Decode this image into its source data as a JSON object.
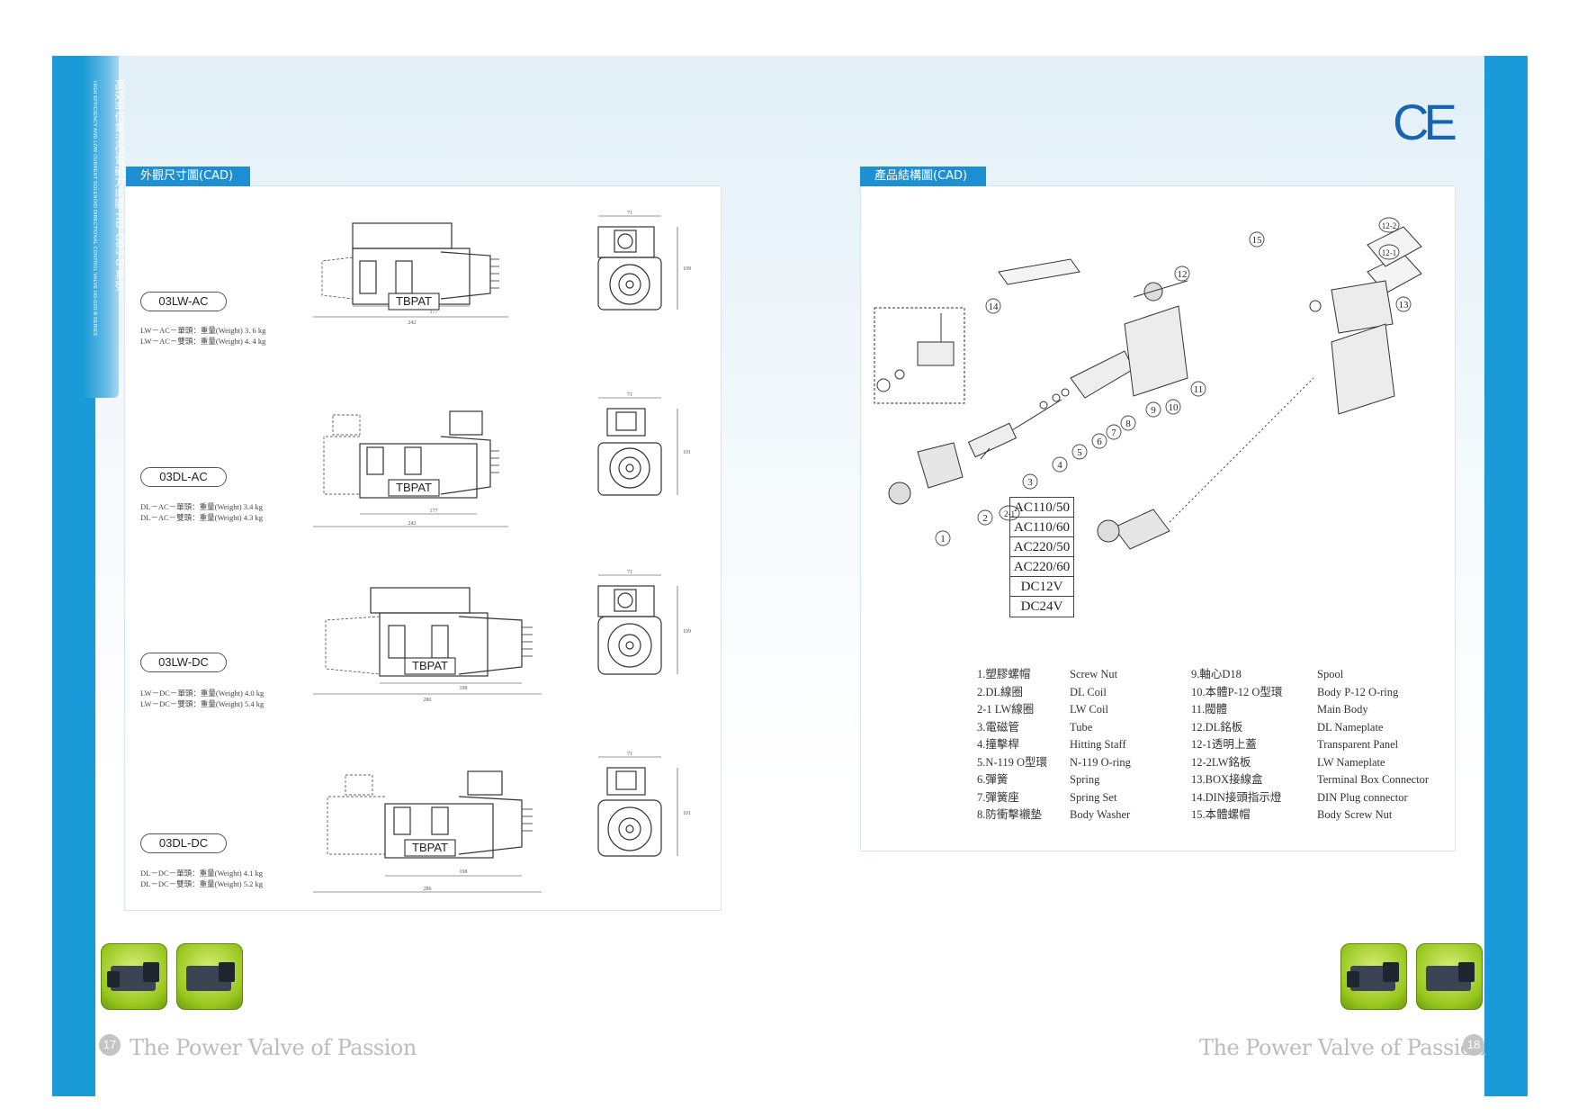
{
  "sidebar": {
    "vertical_title": "高效率低電流值電磁方向閥 HD-G03-B 系列",
    "vertical_subtitle": "HIGH EFFICIENCY AND LOW CURRENT SOLENOID DIRECTIONAL CONTROL VALVE HD-G03-B SERIES"
  },
  "ce_mark": "CE",
  "left_section": {
    "title": "外觀尺寸圖(CAD)",
    "models": [
      {
        "label": "03LW-AC",
        "weight_single": "LW－AC－單頭：重量(Weight) 3. 6 kg",
        "weight_double": "LW－AC－雙頭：重量(Weight) 4. 4 kg",
        "dim_inner": "177",
        "dim_outer": "242",
        "dim_side": "71",
        "dim_height": "109"
      },
      {
        "label": "03DL-AC",
        "weight_single": "DL－AC－單頭：重量(Weight) 3.4 kg",
        "weight_double": "DL－AC－雙頭：重量(Weight) 4.3 kg",
        "dim_inner": "177",
        "dim_outer": "242",
        "dim_side": "71",
        "dim_height": "101"
      },
      {
        "label": "03LW-DC",
        "weight_single": "LW－DC－單頭：重量(Weight) 4.0 kg",
        "weight_double": "LW－DC－雙頭：重量(Weight) 5.4 kg",
        "dim_inner": "198",
        "dim_outer": "286",
        "dim_side": "71",
        "dim_height": "109"
      },
      {
        "label": "03DL-DC",
        "weight_single": "DL－DC－單頭：重量(Weight) 4.1 kg",
        "weight_double": "DL－DC－雙頭：重量(Weight) 5.2 kg",
        "dim_inner": "198",
        "dim_outer": "286",
        "dim_side": "71",
        "dim_height": "101"
      }
    ],
    "brand_plate": "TBPAT"
  },
  "right_section": {
    "title": "產品結構圖(CAD)",
    "voltages": [
      "AC110/50",
      "AC110/60",
      "AC220/50",
      "AC220/60",
      "DC12V",
      "DC24V"
    ],
    "callouts": [
      "1",
      "2",
      "2-1",
      "3",
      "4",
      "5",
      "6",
      "7",
      "8",
      "9",
      "10",
      "11",
      "12",
      "12-1",
      "12-2",
      "13",
      "14",
      "15"
    ],
    "parts_left_cn": [
      "1.塑膠螺帽",
      "2.DL線圈",
      "2-1 LW線圈",
      "3.電磁管",
      "4.撞擊桿",
      "5.N-119 O型環",
      "6.彈簧",
      "7.彈簧座",
      "8.防衝擊襯墊"
    ],
    "parts_left_en": [
      "Screw Nut",
      "DL Coil",
      "LW Coil",
      "Tube",
      "Hitting Staff",
      "N-119 O-ring",
      "Spring",
      "Spring Set",
      "Body Washer"
    ],
    "parts_right_cn": [
      "9.軸心D18",
      "10.本體P-12 O型環",
      "11.閥體",
      "12.DL銘板",
      "12-1透明上蓋",
      "12-2LW銘板",
      "13.BOX接線盒",
      "14.DIN接頭指示燈",
      "15.本體螺帽"
    ],
    "parts_right_en": [
      "Spool",
      "Body P-12 O-ring",
      "Main Body",
      "DL Nameplate",
      "Transparent Panel",
      "LW Nameplate",
      "Terminal Box Connector",
      "DIN Plug connector",
      "Body Screw Nut"
    ]
  },
  "footer": {
    "slogan": "The Power Valve of Passion",
    "page_left": "17",
    "page_right": "18"
  }
}
